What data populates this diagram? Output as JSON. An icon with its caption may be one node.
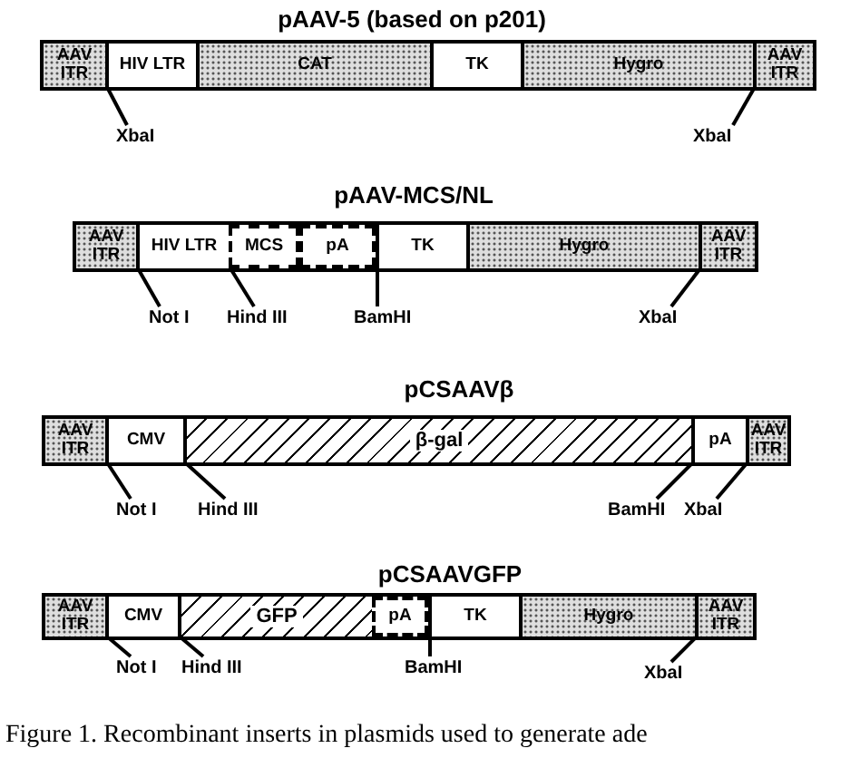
{
  "diagram": {
    "caption": "Figure 1. Recombinant inserts in plasmids used to generate ade",
    "nodes": [
      {
        "text": [
          "pAAV-5 (based on p201)"
        ]
      },
      {
        "text": [
          "AAV ITR"
        ],
        "in": 0
      },
      {
        "text": [
          "HIV LTR"
        ],
        "in": 0
      },
      {
        "text": [
          "CAT"
        ],
        "in": 0
      },
      {
        "text": [
          "TK"
        ],
        "in": 0
      },
      {
        "text": [
          "Hygro"
        ],
        "in": 0
      },
      {
        "text": [
          "AAV ITR"
        ],
        "in": 0
      },
      {
        "text": [
          "XbaI"
        ]
      },
      {
        "text": [
          "XbaI"
        ]
      },
      {
        "text": [
          "pAAV-MCS/NL"
        ]
      },
      {
        "text": [
          "AAV ITR"
        ],
        "in": 9
      },
      {
        "text": [
          "HIV LTR"
        ],
        "in": 9
      },
      {
        "text": [
          "MCS"
        ],
        "in": 9
      },
      {
        "text": [
          "pA"
        ],
        "in": 9
      },
      {
        "text": [
          "TK"
        ],
        "in": 9
      },
      {
        "text": [
          "Hygro"
        ],
        "in": 9
      },
      {
        "text": [
          "AAV ITR"
        ],
        "in": 9
      },
      {
        "text": [
          "Not I"
        ]
      },
      {
        "text": [
          "Hind III"
        ]
      },
      {
        "text": [
          "BamHI"
        ]
      },
      {
        "text": [
          "XbaI"
        ]
      },
      {
        "text": [
          "pCSAAVβ"
        ]
      },
      {
        "text": [
          "AAV ITR"
        ],
        "in": 21
      },
      {
        "text": [
          "CMV"
        ],
        "in": 21
      },
      {
        "text": [
          "β-gal"
        ],
        "in": 21
      },
      {
        "text": [
          "pA"
        ],
        "in": 21
      },
      {
        "text": [
          "AAV ITR"
        ],
        "in": 21
      },
      {
        "text": [
          "Not I"
        ]
      },
      {
        "text": [
          "Hind III"
        ]
      },
      {
        "text": [
          "BamHI"
        ]
      },
      {
        "text": [
          "XbaI"
        ]
      },
      {
        "text": [
          "pCSAAVGFP"
        ]
      },
      {
        "text": [
          "AAV ITR"
        ],
        "in": 31
      },
      {
        "text": [
          "CMV"
        ],
        "in": 31
      },
      {
        "text": [
          "GFP"
        ],
        "in": 31
      },
      {
        "text": [
          "pA"
        ],
        "in": 31
      },
      {
        "text": [
          "TK"
        ],
        "in": 31
      },
      {
        "text": [
          "Hygro"
        ],
        "in": 31
      },
      {
        "text": [
          "AAV ITR"
        ],
        "in": 31
      },
      {
        "text": [
          "Not I"
        ]
      },
      {
        "text": [
          "Hind III"
        ]
      },
      {
        "text": [
          "BamHI"
        ]
      },
      {
        "text": [
          "XbaI"
        ]
      }
    ],
    "edges": [
      {
        "from": 7,
        "to": 2,
        "arrow": "none"
      },
      {
        "from": 8,
        "to": 6,
        "arrow": "none"
      },
      {
        "from": 17,
        "to": 11,
        "arrow": "none"
      },
      {
        "from": 18,
        "to": 12,
        "arrow": "none"
      },
      {
        "from": 19,
        "to": 14,
        "arrow": "none"
      },
      {
        "from": 20,
        "to": 16,
        "arrow": "none"
      },
      {
        "from": 27,
        "to": 23,
        "arrow": "none"
      },
      {
        "from": 28,
        "to": 24,
        "arrow": "none"
      },
      {
        "from": 29,
        "to": 25,
        "arrow": "none"
      },
      {
        "from": 30,
        "to": 26,
        "arrow": "none"
      },
      {
        "from": 39,
        "to": 33,
        "arrow": "none"
      },
      {
        "from": 40,
        "to": 34,
        "arrow": "none"
      },
      {
        "from": 41,
        "to": 36,
        "arrow": "none"
      },
      {
        "from": 42,
        "to": 38,
        "arrow": "none"
      }
    ]
  }
}
